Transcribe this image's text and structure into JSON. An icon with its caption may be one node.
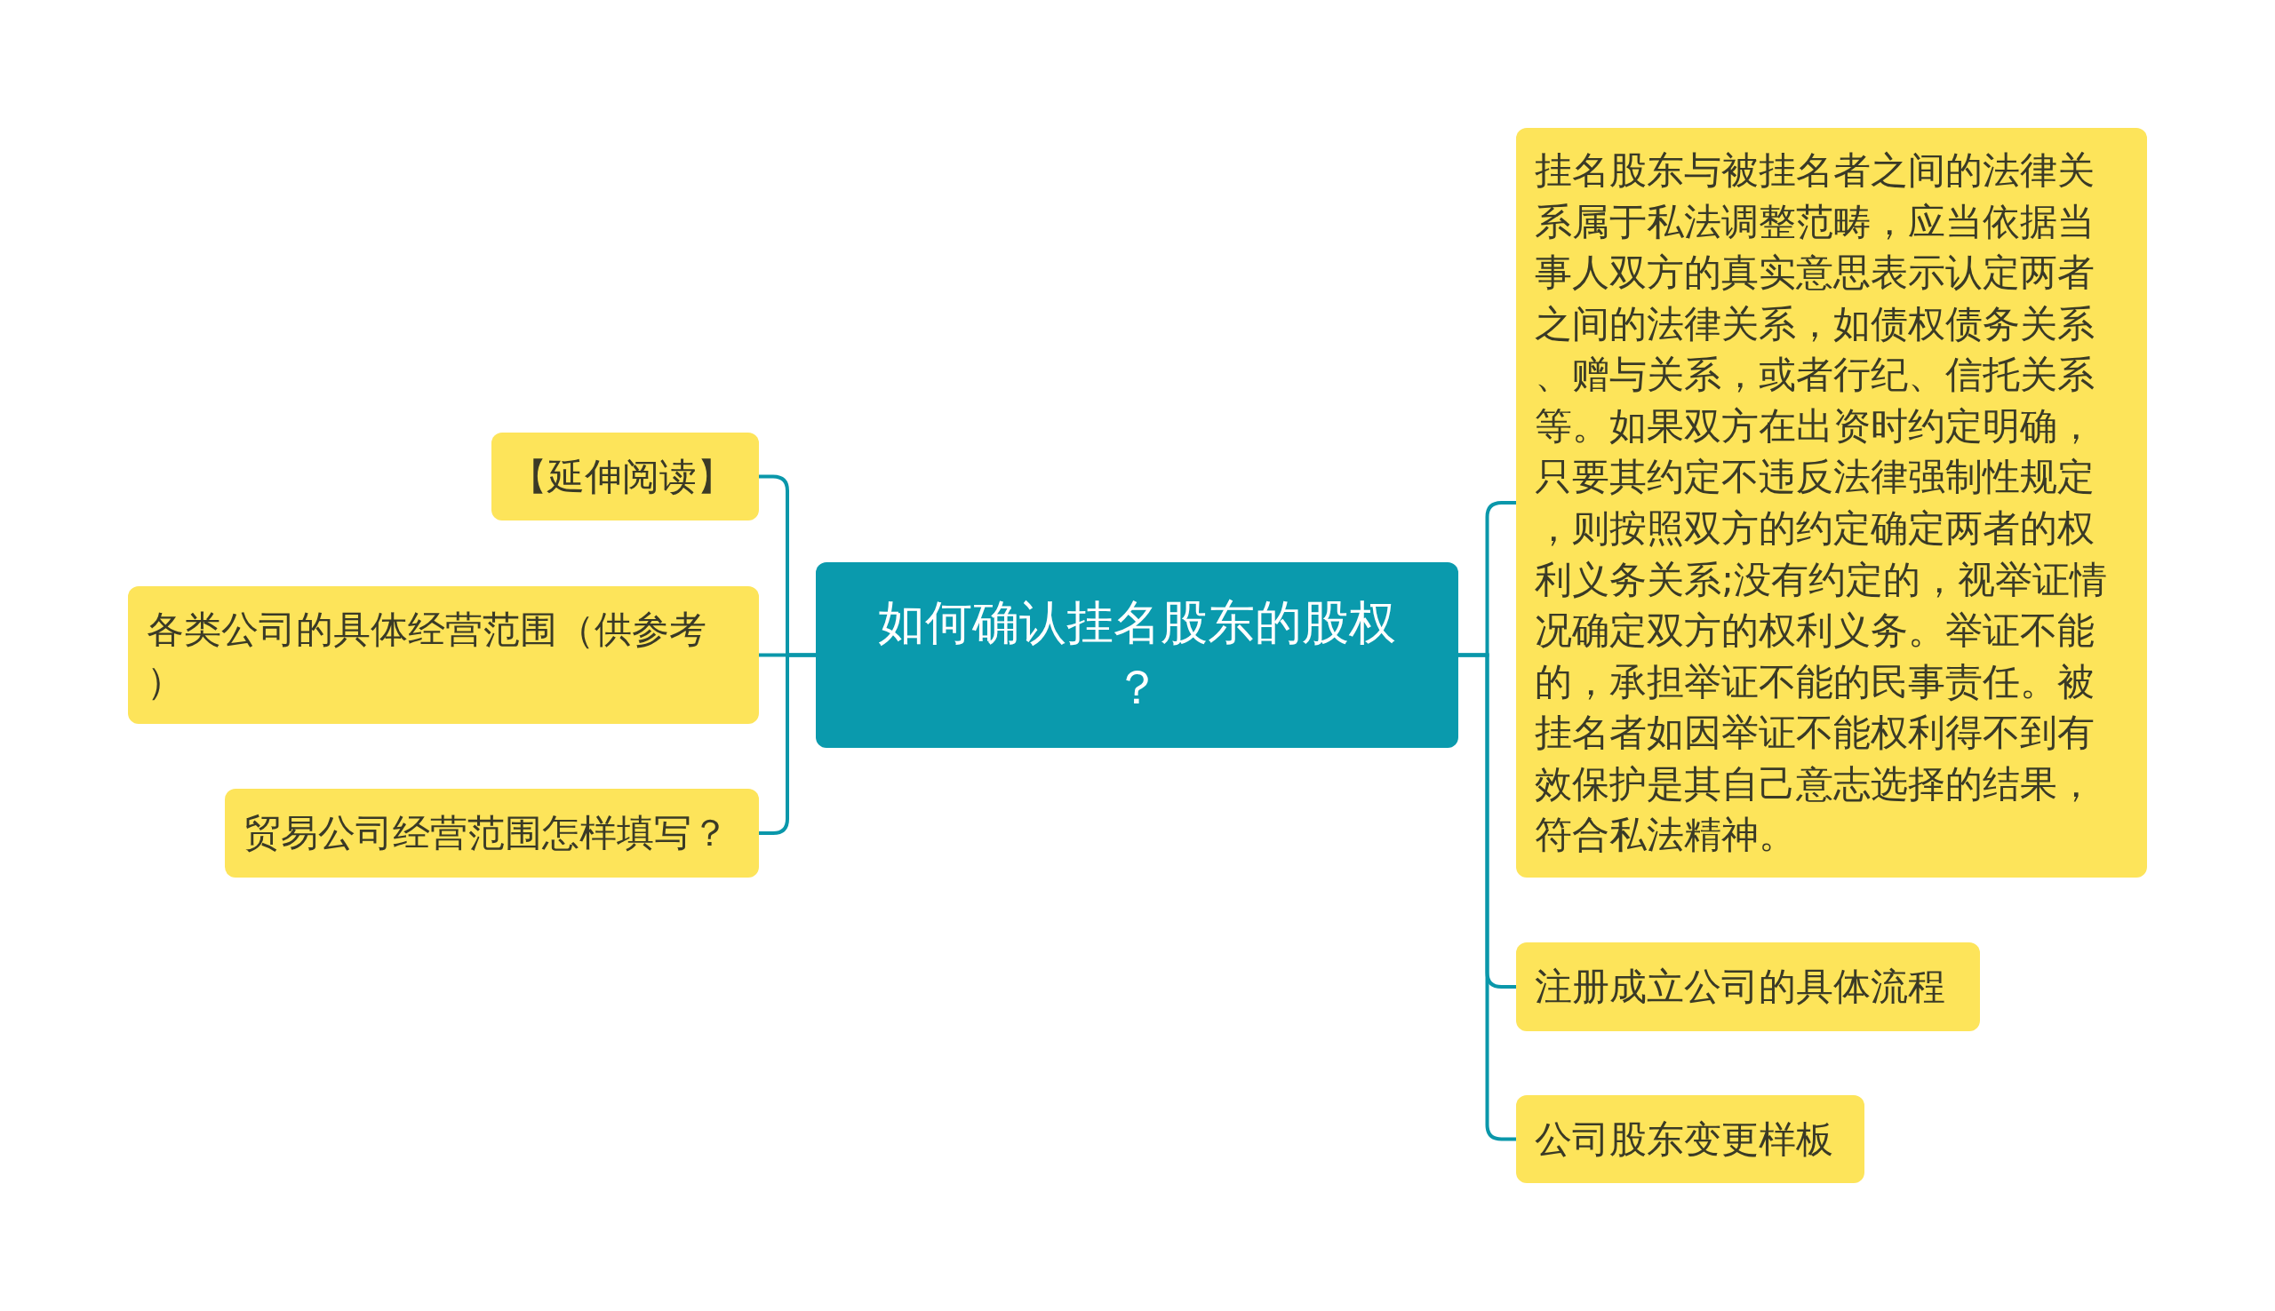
{
  "diagram": {
    "nodes": [
      {
        "text": [
          "如何确认挂名股东的股权？"
        ]
      },
      {
        "text": [
          "【延伸阅读】"
        ]
      },
      {
        "text": [
          "各类公司的具体经营范围（供参考）"
        ]
      },
      {
        "text": [
          "贸易公司经营范围怎样填写？"
        ]
      },
      {
        "text": [
          "挂名股东与被挂名者之间的法律关系属于私法调整范畴，应当依据当事人双方的真实意思表示认定两者之间的法律关系，如债权债务关系、赠与关系，或者行纪、信托关系等。如果双方在出资时约定明确，只要其约定不违反法律强制性规定，则按照双方的约定确定两者的权利义务关系;没有约定的，视举证情况确定双方的权利义务。举证不能的，承担举证不能的民事责任。被挂名者如因举证不能权利得不到有效保护是其自己意志选择的结果，符合私法精神。"
        ]
      },
      {
        "text": [
          "注册成立公司的具体流程"
        ]
      },
      {
        "text": [
          "公司股东变更样板"
        ]
      }
    ],
    "edges": [
      {
        "from": 0,
        "to": 1,
        "arrow": "none"
      },
      {
        "from": 0,
        "to": 2,
        "arrow": "none"
      },
      {
        "from": 0,
        "to": 3,
        "arrow": "none"
      },
      {
        "from": 0,
        "to": 4,
        "arrow": "none"
      },
      {
        "from": 0,
        "to": 5,
        "arrow": "none"
      },
      {
        "from": 0,
        "to": 6,
        "arrow": "none"
      }
    ]
  }
}
